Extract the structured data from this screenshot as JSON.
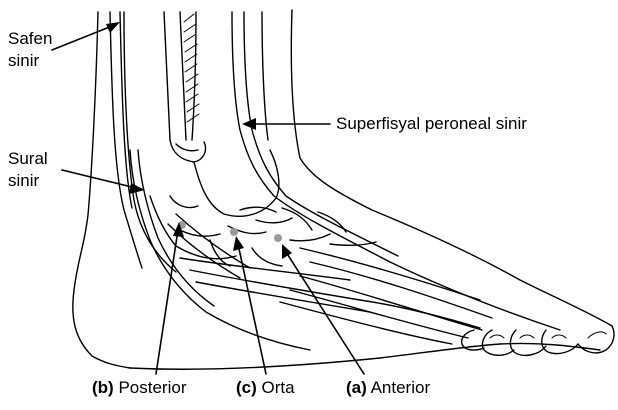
{
  "labels": {
    "safen": {
      "line1": "Safen",
      "line2": "sinir"
    },
    "sural": {
      "line1": "Sural",
      "line2": "sinir"
    },
    "superfisyal": "Superfisyal peroneal sinir",
    "posterior": {
      "letter": "(b)",
      "text": "Posterior"
    },
    "orta": {
      "letter": "(c)",
      "text": "Orta"
    },
    "anterior": {
      "letter": "(a)",
      "text": "Anterior"
    }
  },
  "colors": {
    "ink": "#000000",
    "marker": "#9a9a9a",
    "background": "#ffffff"
  }
}
